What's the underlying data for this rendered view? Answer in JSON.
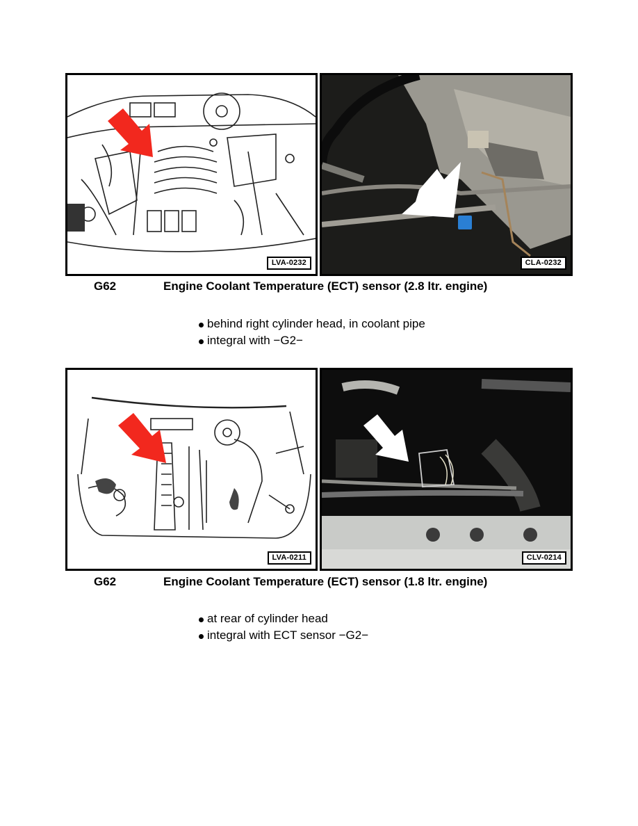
{
  "sections": [
    {
      "drawing_label": "LVA-0232",
      "photo_label": "CLA-0232",
      "component_code": "G62",
      "component_title": "Engine Coolant Temperature (ECT) sensor (2.8 ltr. engine)",
      "bullets": [
        "behind right cylinder head, in coolant pipe",
        "integral with −G2−"
      ]
    },
    {
      "drawing_label": "LVA-0211",
      "photo_label": "CLV-0214",
      "component_code": "G62",
      "component_title": "Engine Coolant Temperature (ECT) sensor (1.8 ltr. engine)",
      "bullets": [
        "at rear of cylinder head",
        "integral with ECT sensor −G2−"
      ]
    }
  ],
  "colors": {
    "arrow_drawing": "#f2281e",
    "arrow_photo": "#ffffff",
    "sensor_connector": "#2a7fd4"
  }
}
